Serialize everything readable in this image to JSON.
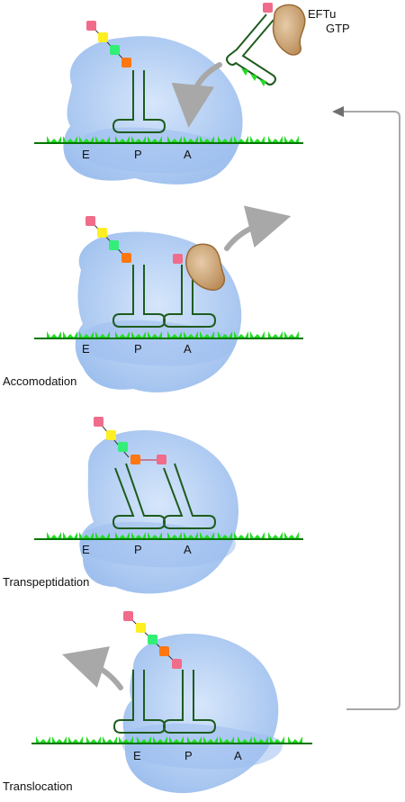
{
  "factor": {
    "line1": "EFTu",
    "line2": "GTP"
  },
  "sites": {
    "e": "E",
    "p": "P",
    "a": "A"
  },
  "steps": {
    "accommodation": "Accomodation",
    "transpeptidation": "Transpeptidation",
    "translocation": "Translocation"
  },
  "colors": {
    "ribosome": "#a9c8f2",
    "ribosome_dark": "#8fb4e8",
    "mrna": "#007700",
    "codon": "#22dd22",
    "trna": "#1e5c1e",
    "eftu": "#c9a57d",
    "eftu_stroke": "#9a6a35",
    "arrow": "#a8a8a8",
    "aa_pink": "#f06c8a",
    "aa_yellow": "#ffee22",
    "aa_green": "#33ee77",
    "aa_orange": "#ff7711"
  }
}
